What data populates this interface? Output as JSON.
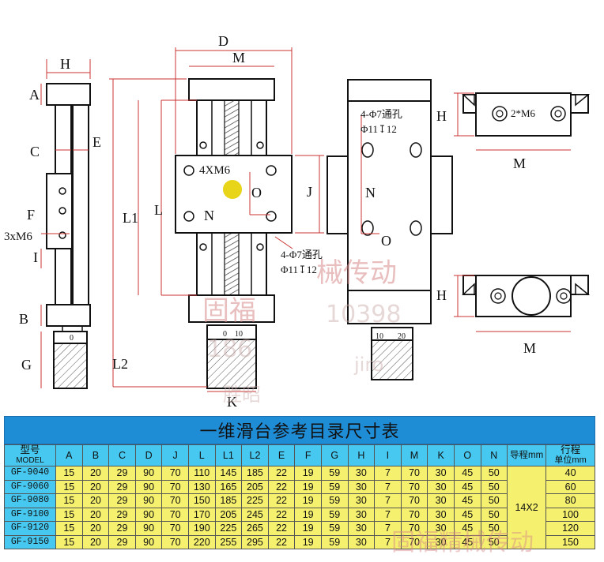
{
  "labels": {
    "H_top": "H",
    "A": "A",
    "C": "C",
    "E": "E",
    "F": "F",
    "three_x_m6": "3xM6",
    "I": "I",
    "B": "B",
    "G": "G",
    "D": "D",
    "M_top": "M",
    "L1": "L1",
    "L": "L",
    "J": "J",
    "four_x_m6": "4XM6",
    "O_center": "O",
    "N_center": "N",
    "holes_text_1": "4-Φ7通孔",
    "holes_text_2": "Φ11↧12",
    "L2": "L2",
    "K": "K",
    "dial_0": "0",
    "dial_10": "10",
    "dial_left_0": "0",
    "side_holes_1": "4-Φ7通孔",
    "side_holes_2": "Φ11↧12",
    "side_N": "N",
    "side_O": "O",
    "side_dial_10": "10",
    "side_dial_20": "20",
    "top_H": "H",
    "top_m6": "2*M6",
    "top_M": "M",
    "bot_H": "H",
    "bot_M": "M",
    "watermark_1": "固福",
    "watermark_2": "械传动",
    "watermark_3": "186",
    "watermark_4": "10398",
    "watermark_5": "胜昭",
    "watermark_6": "jiro",
    "watermark_7": "固福精械传动"
  },
  "table": {
    "title": "一维滑台参考目录尺寸表",
    "model_header_1": "型号",
    "model_header_2": "MODEL",
    "columns": [
      "A",
      "B",
      "C",
      "D",
      "J",
      "L",
      "L1",
      "L2",
      "E",
      "F",
      "G",
      "H",
      "I",
      "M",
      "K",
      "O",
      "N"
    ],
    "guide_header": "导程mm",
    "travel_header_1": "行程",
    "travel_header_2": "单位mm",
    "guide_value": "14X2",
    "rows": [
      {
        "model": "GF-9040",
        "values": [
          "15",
          "20",
          "29",
          "90",
          "70",
          "110",
          "145",
          "185",
          "22",
          "19",
          "59",
          "30",
          "7",
          "70",
          "30",
          "45",
          "50"
        ],
        "travel": "40"
      },
      {
        "model": "GF-9060",
        "values": [
          "15",
          "20",
          "29",
          "90",
          "70",
          "130",
          "165",
          "205",
          "22",
          "19",
          "59",
          "30",
          "7",
          "70",
          "30",
          "45",
          "50"
        ],
        "travel": "60"
      },
      {
        "model": "GF-9080",
        "values": [
          "15",
          "20",
          "29",
          "90",
          "70",
          "150",
          "185",
          "225",
          "22",
          "19",
          "59",
          "30",
          "7",
          "70",
          "30",
          "45",
          "50"
        ],
        "travel": "80"
      },
      {
        "model": "GF-9100",
        "values": [
          "15",
          "20",
          "29",
          "90",
          "70",
          "170",
          "205",
          "245",
          "22",
          "19",
          "59",
          "30",
          "7",
          "70",
          "30",
          "45",
          "50"
        ],
        "travel": "100"
      },
      {
        "model": "GF-9120",
        "values": [
          "15",
          "20",
          "29",
          "90",
          "70",
          "190",
          "225",
          "265",
          "22",
          "19",
          "59",
          "30",
          "7",
          "70",
          "30",
          "45",
          "50"
        ],
        "travel": "120"
      },
      {
        "model": "GF-9150",
        "values": [
          "15",
          "20",
          "29",
          "90",
          "70",
          "220",
          "255",
          "295",
          "22",
          "19",
          "59",
          "30",
          "7",
          "70",
          "30",
          "45",
          "50"
        ],
        "travel": "150"
      }
    ]
  }
}
